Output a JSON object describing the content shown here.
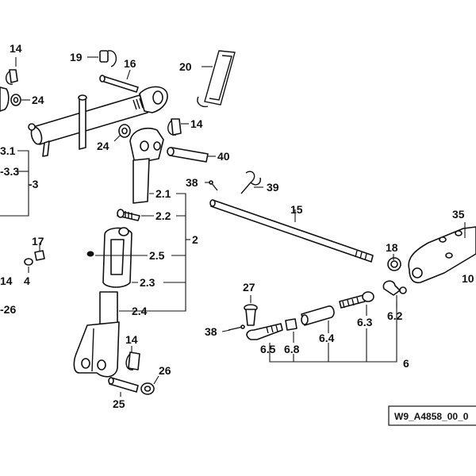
{
  "labels": {
    "p14a": "14",
    "p24a": "24",
    "p19": "19",
    "p16": "16",
    "p20": "20",
    "p14b": "14",
    "p24b": "24",
    "p40": "40",
    "p3_1": "3.1",
    "p3_3": "-3.3",
    "p3": "-3",
    "p38a": "38",
    "p2_1": "2.1",
    "p39": "39",
    "p2_2": "2.2",
    "p15": "15",
    "p35": "35",
    "p17": "17",
    "p2": "2",
    "p18": "18",
    "p2_5": "2.5",
    "p10": "10",
    "p4": "4",
    "p14c": "14",
    "p2_3": "2.3",
    "p27": "27",
    "p26a": "-26",
    "p2_4": "2.4",
    "p6_3": "6.3",
    "p6_2": "6.2",
    "p38b": "38",
    "p6_5": "6.5",
    "p6_8": "6.8",
    "p6_4": "6.4",
    "p6": "6",
    "p14d": "14",
    "p26b": "26",
    "p25": "25"
  },
  "reference_code": "W9_A4858_00_0",
  "colors": {
    "ink": "#111111",
    "paper": "#ffffff"
  }
}
